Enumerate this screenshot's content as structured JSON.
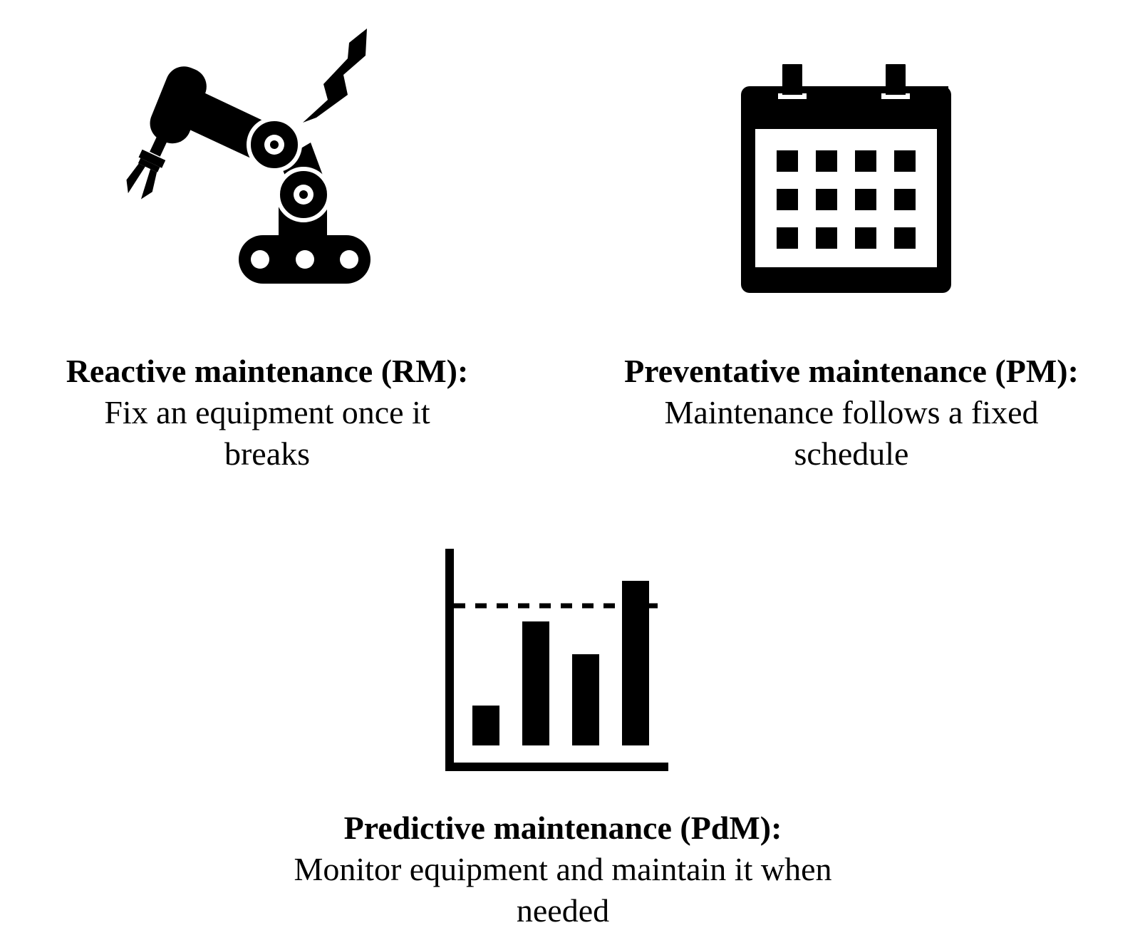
{
  "panels": {
    "reactive": {
      "icon": "robot-arm-icon",
      "title": "Reactive maintenance (RM):",
      "description_line1": "Fix an equipment once it",
      "description_line2": "breaks"
    },
    "preventative": {
      "icon": "calendar-icon",
      "title": "Preventative maintenance (PM):",
      "description_line1": "Maintenance follows a fixed",
      "description_line2": "schedule"
    },
    "predictive": {
      "icon": "bar-chart-icon",
      "title": "Predictive maintenance (PdM):",
      "description_line1": "Monitor equipment and maintain it when",
      "description_line2": "needed"
    }
  },
  "colors": {
    "foreground": "#000000",
    "background": "#ffffff"
  }
}
